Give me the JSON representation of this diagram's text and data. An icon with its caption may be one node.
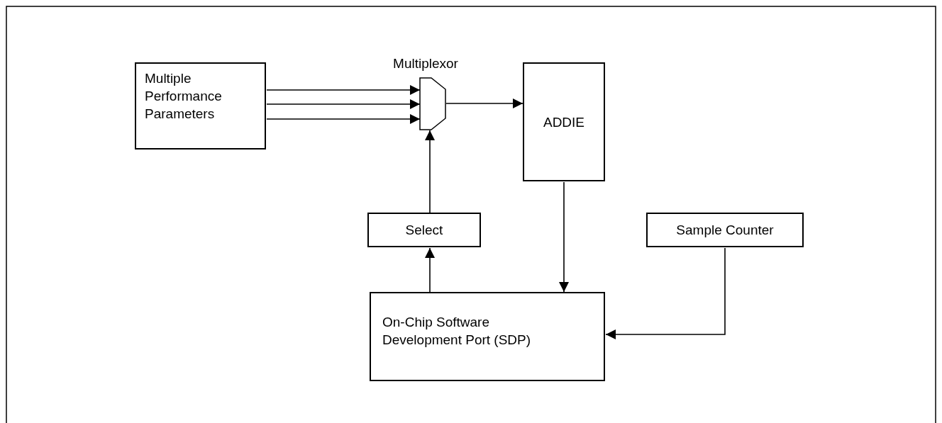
{
  "diagram": {
    "nodes": [
      {
        "text": [
          "Multiple Performance Parameters"
        ]
      },
      {
        "text": [
          "Multiplexor"
        ]
      },
      {
        "text": [
          "ADDIE"
        ]
      },
      {
        "text": [
          "Select"
        ]
      },
      {
        "text": [
          "Sample Counter"
        ]
      },
      {
        "text": [
          "On-Chip Software Development Port (SDP)"
        ]
      }
    ],
    "edges": [
      {
        "from": 0,
        "to": 1,
        "arrow": "to"
      },
      {
        "from": 0,
        "to": 1,
        "arrow": "to"
      },
      {
        "from": 0,
        "to": 1,
        "arrow": "to"
      },
      {
        "from": 1,
        "to": 2,
        "arrow": "to"
      },
      {
        "from": 3,
        "to": 1,
        "arrow": "to"
      },
      {
        "from": 2,
        "to": 5,
        "arrow": "to"
      },
      {
        "from": 5,
        "to": 3,
        "arrow": "to"
      },
      {
        "from": 4,
        "to": 5,
        "arrow": "to"
      }
    ]
  }
}
